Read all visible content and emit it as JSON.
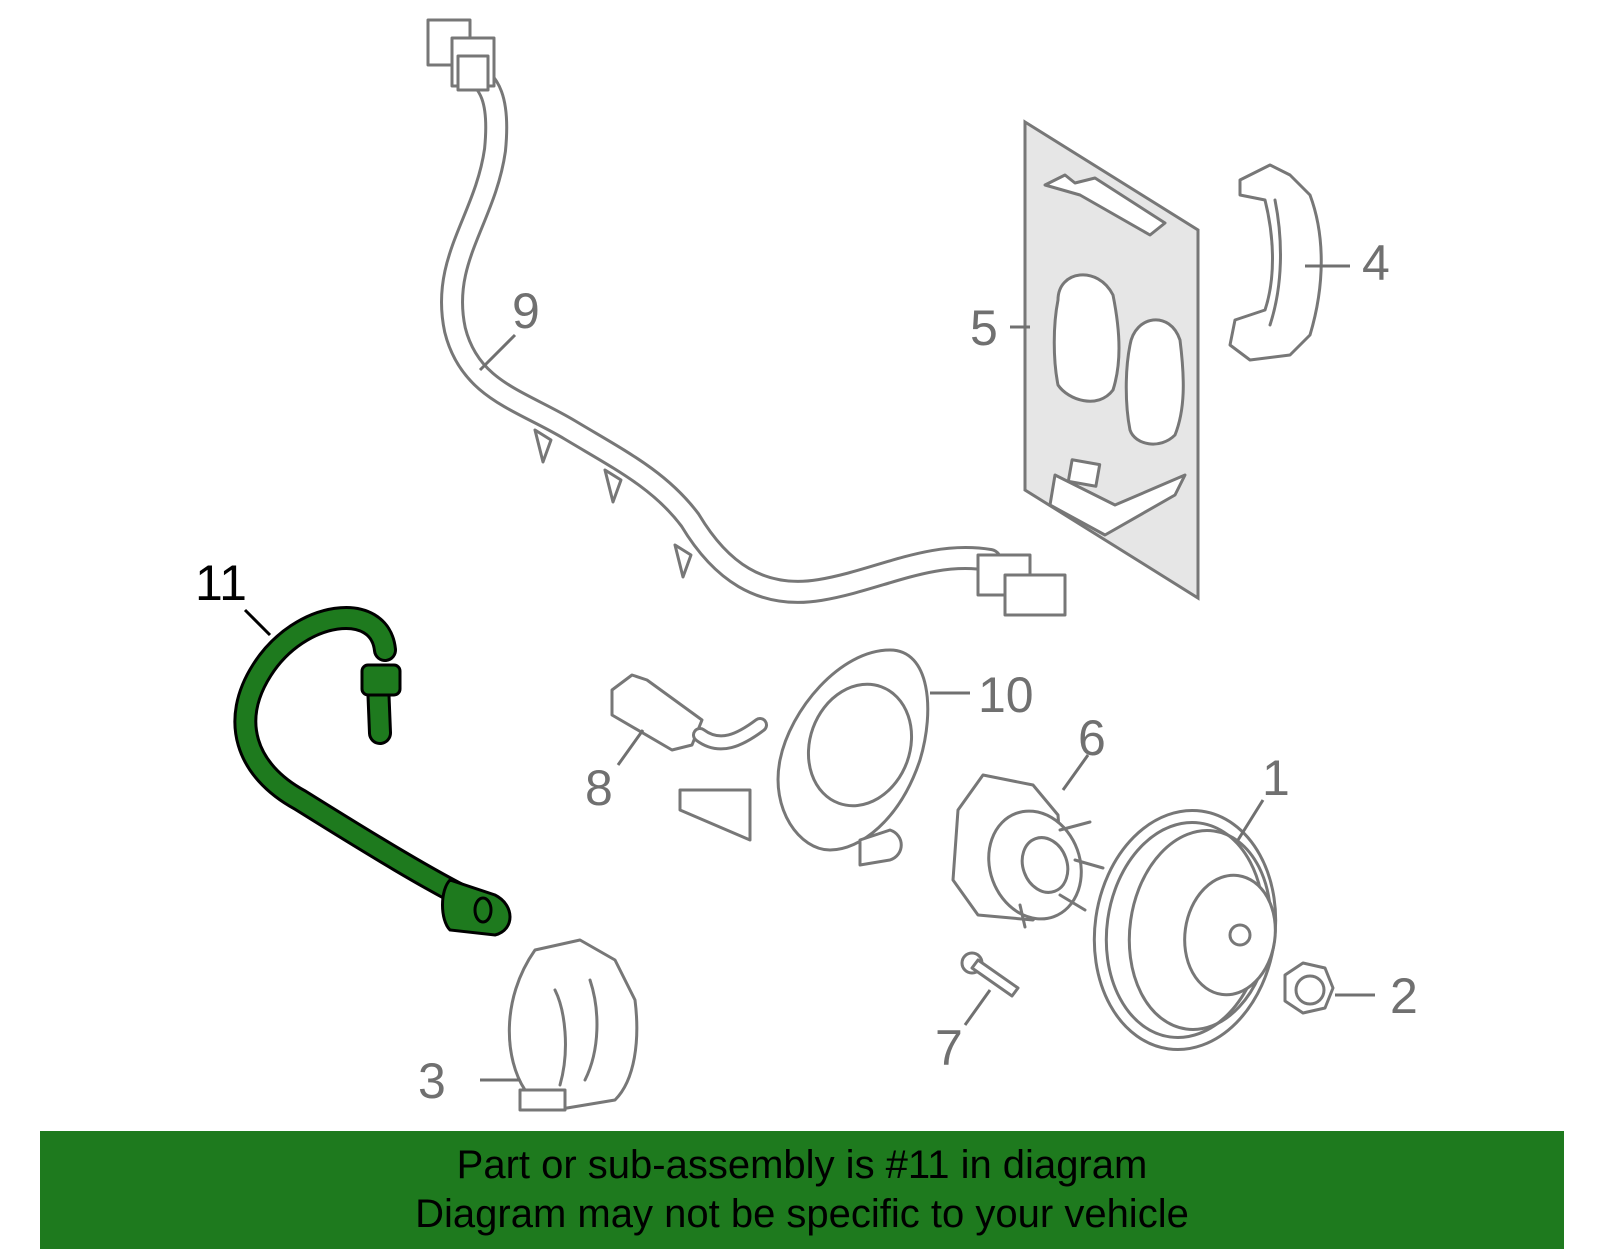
{
  "callouts": {
    "c1": "1",
    "c2": "2",
    "c3": "3",
    "c4": "4",
    "c5": "5",
    "c6": "6",
    "c7": "7",
    "c8": "8",
    "c9": "9",
    "c10": "10",
    "c11": "11"
  },
  "highlight_color": "#1e7a1e",
  "banner": {
    "line1": "Part or sub-assembly is #11 in diagram",
    "line2": "Diagram may not be specific to your vehicle"
  }
}
